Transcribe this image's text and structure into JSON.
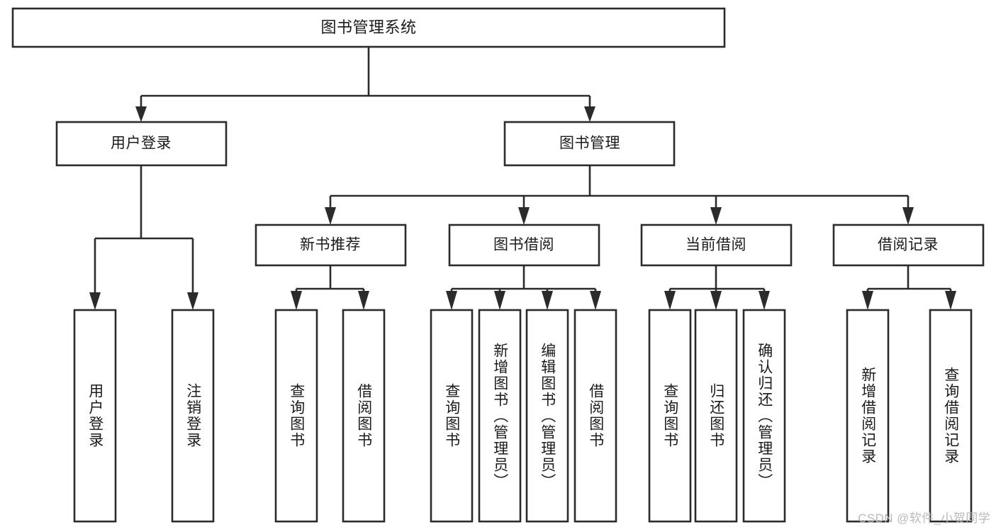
{
  "diagram": {
    "type": "tree-hierarchy",
    "title": "图书管理系统",
    "watermark": "CSDN @软件_小贺同学",
    "colors": {
      "stroke": "#2b2b2b",
      "fill": "#ffffff",
      "text": "#1b1b1b",
      "watermark": "#b9b9b9",
      "background": "#ffffff"
    },
    "root": {
      "id": "root",
      "label": "图书管理系统",
      "orientation": "horizontal"
    },
    "level2": [
      {
        "id": "user-login",
        "label": "用户登录",
        "orientation": "horizontal"
      },
      {
        "id": "book-manage",
        "label": "图书管理",
        "orientation": "horizontal"
      }
    ],
    "level3": [
      {
        "id": "new-book-recommend",
        "label": "新书推荐",
        "orientation": "horizontal",
        "parent": "book-manage"
      },
      {
        "id": "book-borrow",
        "label": "图书借阅",
        "orientation": "horizontal",
        "parent": "book-manage"
      },
      {
        "id": "current-borrow",
        "label": "当前借阅",
        "orientation": "horizontal",
        "parent": "book-manage"
      },
      {
        "id": "borrow-record",
        "label": "借阅记录",
        "orientation": "horizontal",
        "parent": "book-manage"
      }
    ],
    "leaves": [
      {
        "id": "leaf-user-login",
        "label": "用户登录",
        "orientation": "vertical",
        "parent": "user-login"
      },
      {
        "id": "leaf-user-logout",
        "label": "注销登录",
        "orientation": "vertical",
        "parent": "user-login"
      },
      {
        "id": "leaf-query-book-1",
        "label": "查询图书",
        "orientation": "vertical",
        "parent": "new-book-recommend"
      },
      {
        "id": "leaf-borrow-book-1",
        "label": "借阅图书",
        "orientation": "vertical",
        "parent": "new-book-recommend"
      },
      {
        "id": "leaf-query-book-2",
        "label": "查询图书",
        "orientation": "vertical",
        "parent": "book-borrow"
      },
      {
        "id": "leaf-add-book",
        "label": "新增图书（管理员）",
        "orientation": "vertical",
        "parent": "book-borrow"
      },
      {
        "id": "leaf-edit-book",
        "label": "编辑图书（管理员）",
        "orientation": "vertical",
        "parent": "book-borrow"
      },
      {
        "id": "leaf-borrow-book-2",
        "label": "借阅图书",
        "orientation": "vertical",
        "parent": "book-borrow"
      },
      {
        "id": "leaf-query-book-3",
        "label": "查询图书",
        "orientation": "vertical",
        "parent": "current-borrow"
      },
      {
        "id": "leaf-return-book",
        "label": "归还图书",
        "orientation": "vertical",
        "parent": "current-borrow"
      },
      {
        "id": "leaf-confirm-return",
        "label": "确认归还（管理员）",
        "orientation": "vertical",
        "parent": "current-borrow"
      },
      {
        "id": "leaf-add-record",
        "label": "新增借阅记录",
        "orientation": "vertical",
        "parent": "borrow-record"
      },
      {
        "id": "leaf-query-record",
        "label": "查询借阅记录",
        "orientation": "vertical",
        "parent": "borrow-record"
      }
    ]
  }
}
